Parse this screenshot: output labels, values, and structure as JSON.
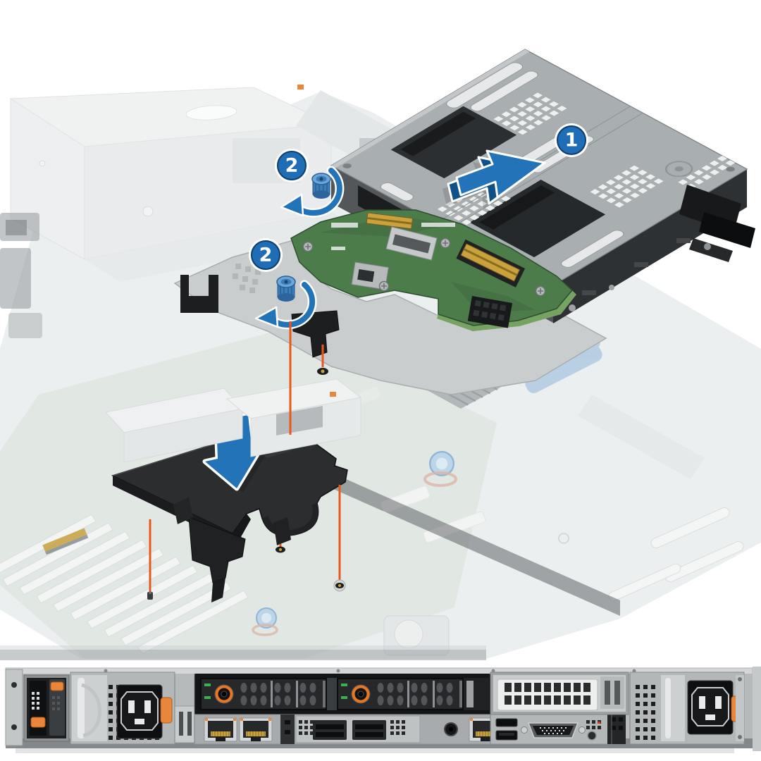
{
  "figure": {
    "kind": "hardware-installation-diagram",
    "subject": "server-drive-cage-and-air-shroud-installation",
    "background": "#ffffff"
  },
  "callouts": {
    "step1": "1",
    "step2": "2"
  },
  "colors": {
    "callout_blue": "#1f6eb5",
    "callout_border": "#0c3f6e",
    "arrow_blue": "#2273b8",
    "arrow_dark_blue": "#0f5187",
    "thumbscrew_blue": "#3c7cba",
    "alignment_orange": "#e8581d",
    "pcb_green": "#4d7c4b",
    "gold": "#c9a23e",
    "cage_gray": "#a9aeb1",
    "shroud_black": "#2b2d2f",
    "chassis_silver": "#b7babb",
    "psu_tab_orange": "#e8873b",
    "led_green": "#3fae4c",
    "ghost_gray": "#ecefef"
  },
  "parts": {
    "cage": "rear-drive-cage",
    "board": "interposer-board",
    "thumbscrews": "blue-captive-thumbscrews",
    "shroud": "air-shroud",
    "alignment": "alignment-guide-lines",
    "rear_panel": "server-rear-panel",
    "psu": "power-supply-unit",
    "drive_carrier": "rear-drive-carrier",
    "network": "ethernet-ports",
    "video": "vga-port"
  }
}
